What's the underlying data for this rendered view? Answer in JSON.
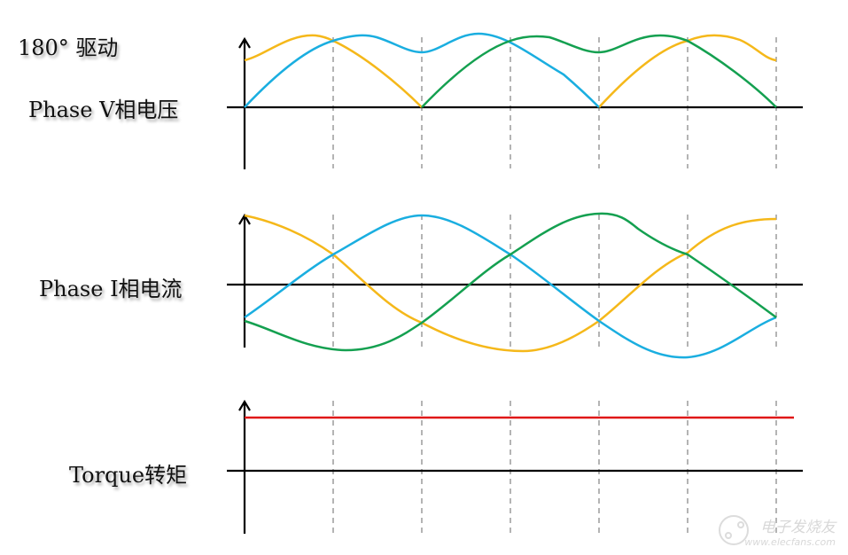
{
  "title": "180° 驱动",
  "panels": [
    {
      "id": "voltage",
      "label": "Phase V相电压"
    },
    {
      "id": "current",
      "label": "Phase I相电流"
    },
    {
      "id": "torque",
      "label": "Torque转矩"
    }
  ],
  "watermark": {
    "cn": "电子发烧友",
    "url": "www.elecfans.com"
  },
  "colors": {
    "phase_a": "#f5b81a",
    "phase_b": "#1aaee0",
    "phase_c": "#14a050",
    "torque": "#e01818",
    "axis": "#000000",
    "grid": "#b4b4b4"
  },
  "chart_data": [
    {
      "type": "line",
      "title": "Phase V相电压 (180° drive, line-to-line rectified)",
      "x_divisions_deg": [
        0,
        60,
        120,
        180,
        240,
        300,
        360
      ],
      "series": [
        {
          "name": "yellow",
          "description": "starts ~0.75, peak ~1.0 near 40°, falls to 0 at 120°, 0 until 240°, rises to peak near 315°, ends ~0.75"
        },
        {
          "name": "blue",
          "description": "0 at 0°, peak near 75°, dip ~0.85 at 120°, peak near 160°, 0 at 240°"
        },
        {
          "name": "green",
          "description": "0 at 120°, peak near 200°, dip ~0.85 at 240°, peak near 280°, 0 at 360°"
        }
      ]
    },
    {
      "type": "line",
      "title": "Phase I相电流",
      "x_divisions_deg": [
        0,
        60,
        120,
        180,
        240,
        300,
        360
      ],
      "series": [
        {
          "name": "yellow",
          "values_at_divisions": [
            1.0,
            0.5,
            -0.55,
            -0.95,
            -0.55,
            0.5,
            0.95
          ]
        },
        {
          "name": "blue",
          "values_at_divisions": [
            -0.5,
            0.5,
            1.0,
            0.5,
            -0.5,
            -1.0,
            -0.5
          ]
        },
        {
          "name": "green",
          "values_at_divisions": [
            -0.5,
            -0.95,
            -0.5,
            0.5,
            1.0,
            0.5,
            -0.5
          ]
        }
      ]
    },
    {
      "type": "line",
      "title": "Torque转矩",
      "series": [
        {
          "name": "torque",
          "description": "constant positive value",
          "value": 0.8
        }
      ]
    }
  ]
}
